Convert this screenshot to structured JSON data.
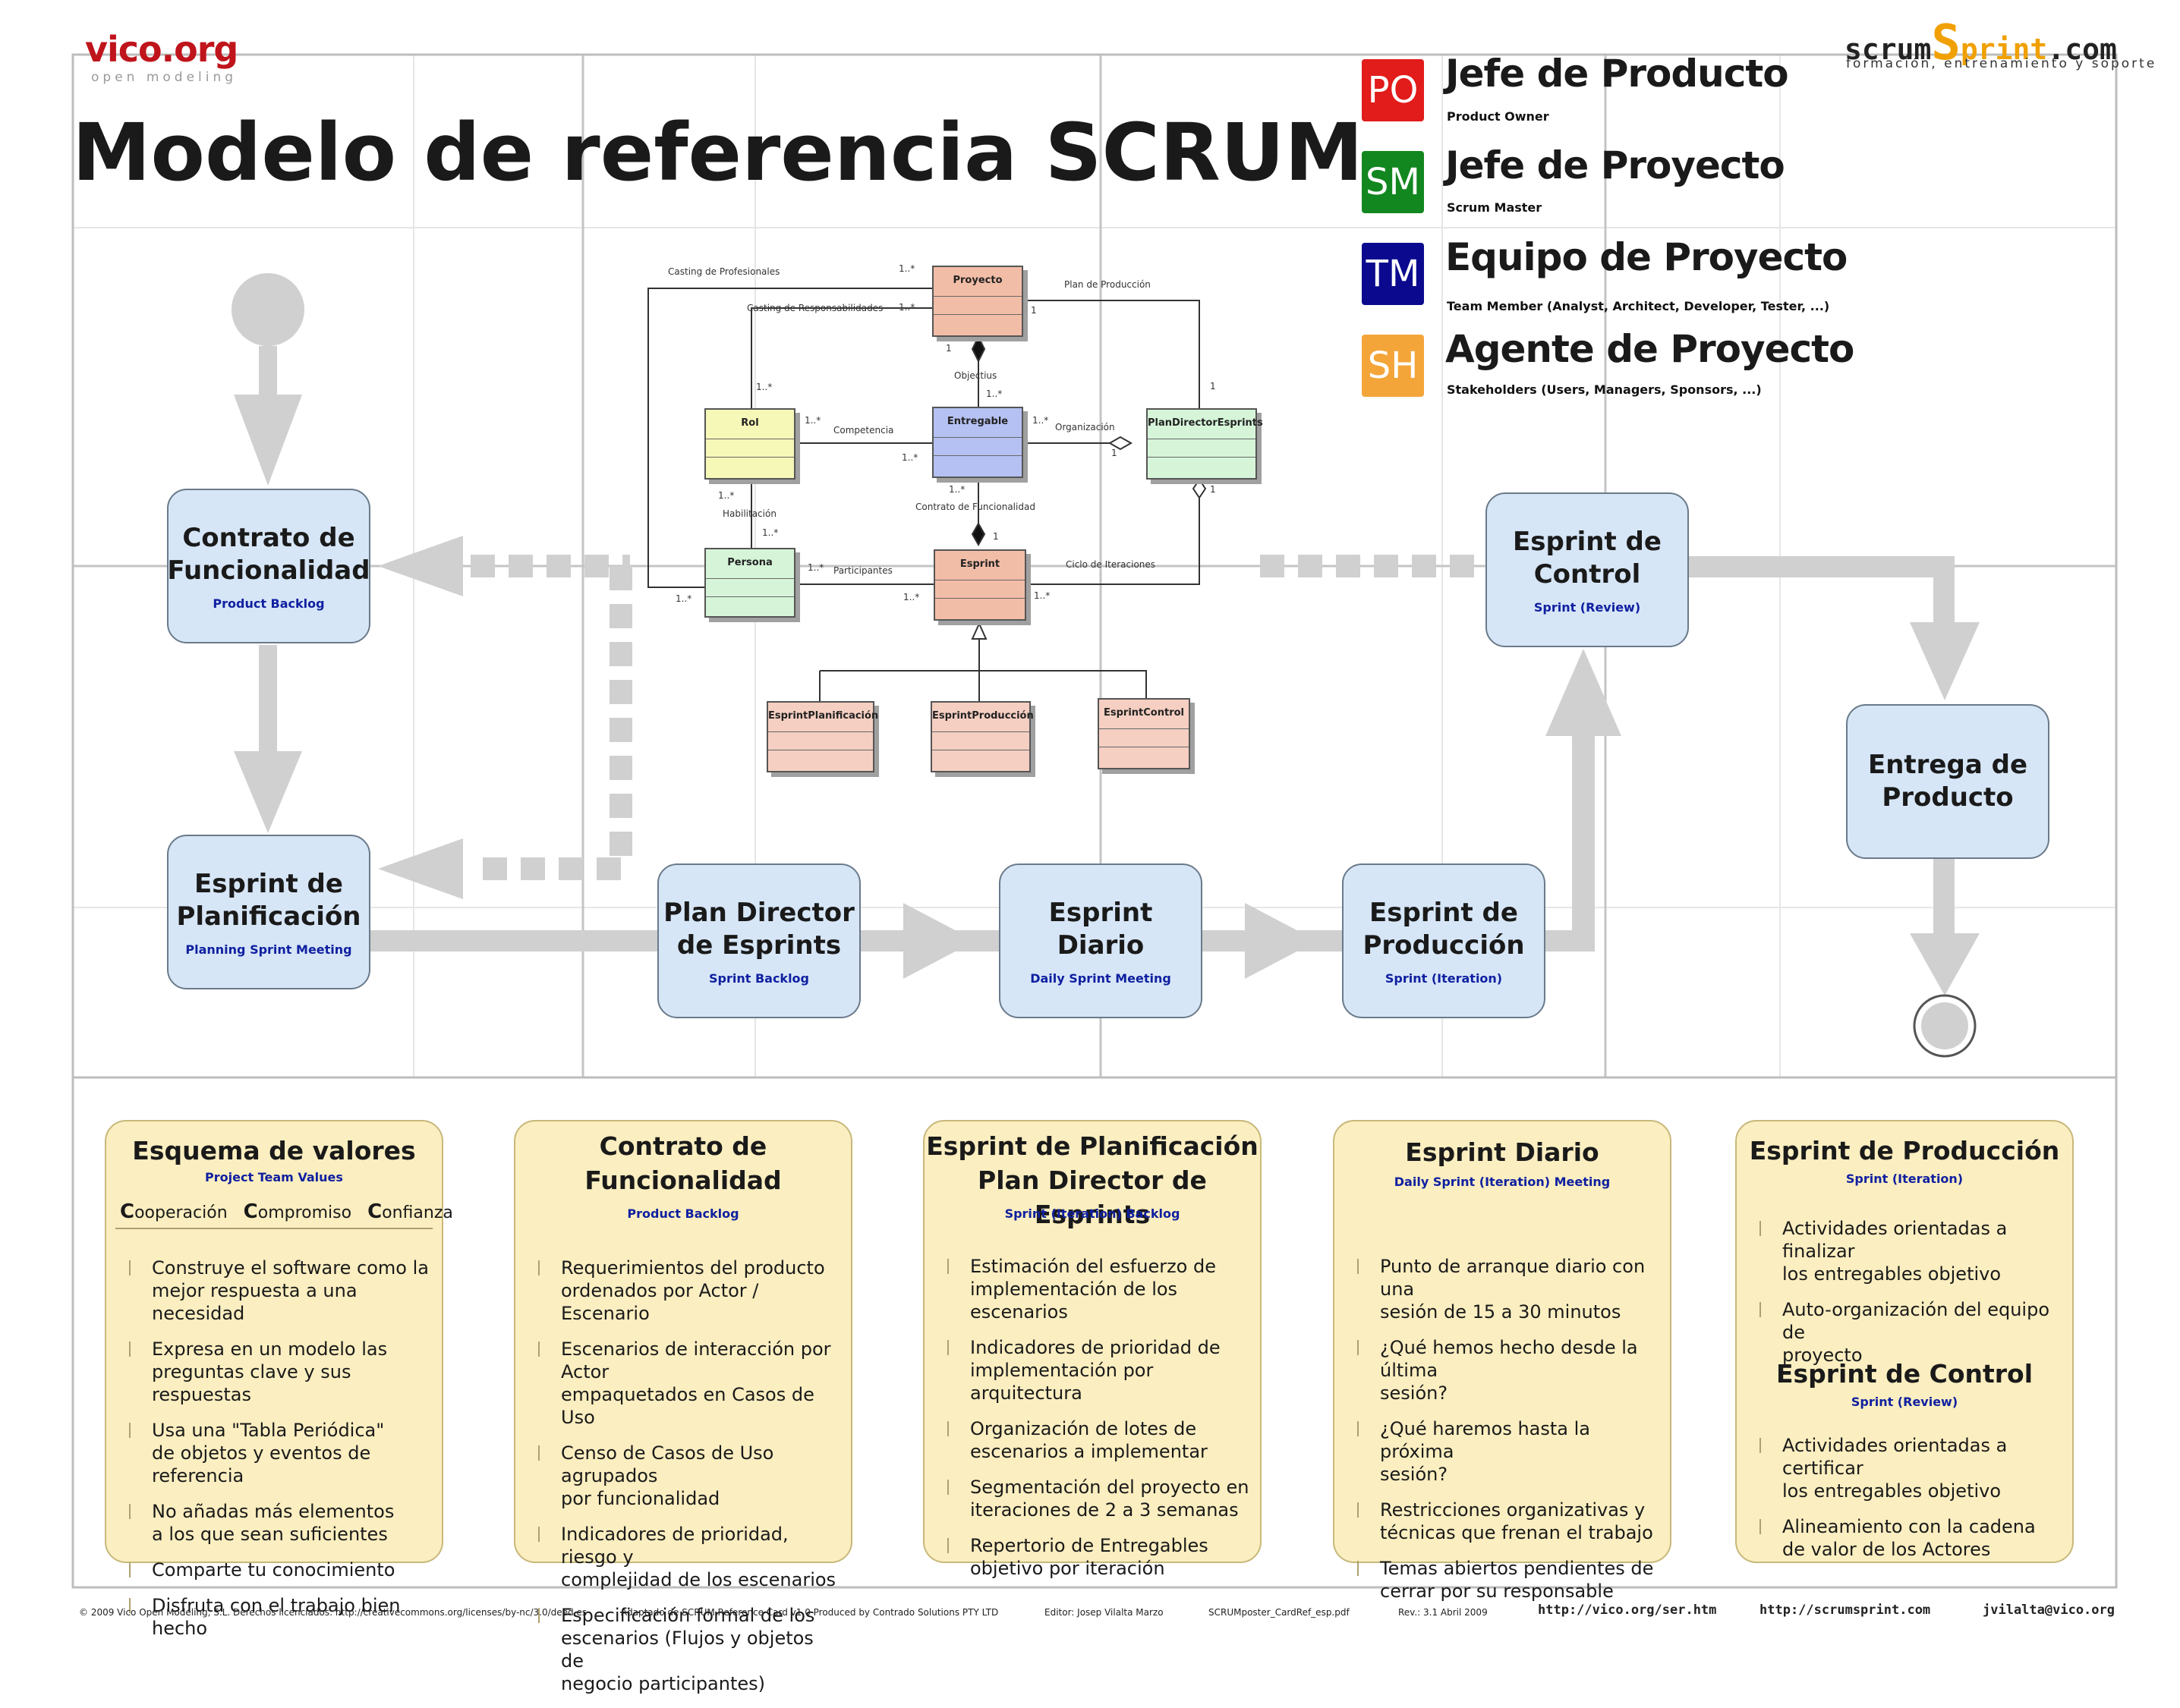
{
  "header": {
    "vico_logo": "vico.org",
    "vico_tagline": "open modeling",
    "scrumsprint_logo_a": "scrum",
    "scrumsprint_logo_s": "S",
    "scrumsprint_logo_b": "print",
    "scrumsprint_logo_c": ".com",
    "scrumsprint_tagline": "formación, entrenamiento y soporte",
    "title": "Modelo de referencia SCRUM"
  },
  "colors": {
    "po": "#e21b1b",
    "sm": "#13871f",
    "tm": "#0b0a8e",
    "sh": "#f4a53a",
    "node": "#d6e6f7",
    "card": "#fbeec0",
    "arrow": "#d0d0d0"
  },
  "roles": [
    {
      "badge": "PO",
      "title": "Jefe de Producto",
      "sub": "Product Owner"
    },
    {
      "badge": "SM",
      "title": "Jefe de Proyecto",
      "sub": "Scrum Master"
    },
    {
      "badge": "TM",
      "title": "Equipo de Proyecto",
      "sub": "Team Member (Analyst, Architect, Developer, Tester, ...)"
    },
    {
      "badge": "SH",
      "title": "Agente de Proyecto",
      "sub": "Stakeholders (Users, Managers, Sponsors, ...)"
    }
  ],
  "flow": {
    "contrato": {
      "title": "Contrato de\nFuncionalidad",
      "sub": "Product Backlog"
    },
    "planificacion": {
      "title": "Esprint de\nPlanificación",
      "sub": "Planning Sprint Meeting"
    },
    "plan_director": {
      "title": "Plan Director\nde Esprints",
      "sub": "Sprint Backlog"
    },
    "diario": {
      "title": "Esprint\nDiario",
      "sub": "Daily Sprint Meeting"
    },
    "produccion": {
      "title": "Esprint de\nProducción",
      "sub": "Sprint (Iteration)"
    },
    "control": {
      "title": "Esprint de\nControl",
      "sub": "Sprint (Review)"
    },
    "entrega": {
      "title": "Entrega de\nProducto"
    }
  },
  "uml": {
    "classes": {
      "proyecto": "Proyecto",
      "rol": "Rol",
      "entregable": "Entregable",
      "plan": "PlanDirectorEsprints",
      "persona": "Persona",
      "esprint": "Esprint",
      "planif": "EsprintPlanificación",
      "produc": "EsprintProducción",
      "control": "EsprintControl"
    },
    "labels": {
      "casting_prof": "Casting de Profesionales",
      "casting_resp": "Casting de Responsabilidades",
      "plan_prod": "Plan de Producción",
      "objetivos": "Objectius",
      "competencia": "Competencia",
      "organizacion": "Organización",
      "habilitacion": "Habilitación",
      "contrato_func": "Contrato de Funcionalidad",
      "participantes": "Participantes",
      "ciclo": "Ciclo de Iteraciones"
    },
    "mult": {
      "many": "1..*",
      "one": "1"
    }
  },
  "cards": [
    {
      "title": "Esquema de valores",
      "sub": "Project Team Values",
      "values": [
        {
          "cap": "C",
          "rest": "ooperación"
        },
        {
          "cap": "C",
          "rest": "ompromiso"
        },
        {
          "cap": "C",
          "rest": "onfianza"
        }
      ],
      "items": [
        "Construye el software como la\nmejor respuesta a una necesidad",
        "Expresa en un modelo las\npreguntas clave y sus respuestas",
        "Usa una \"Tabla Periódica\"\nde objetos y eventos de referencia",
        "No añadas más elementos\na los que sean suficientes",
        "Comparte tu conocimiento",
        "Disfruta con el trabajo bien hecho"
      ]
    },
    {
      "title": "Contrato de\nFuncionalidad",
      "sub": "Product Backlog",
      "items": [
        "Requerimientos del producto\nordenados por Actor / Escenario",
        "Escenarios de interacción por Actor\nempaquetados en Casos de Uso",
        "Censo de Casos de Uso agrupados\npor funcionalidad",
        "Indicadores de prioridad, riesgo y\ncomplejidad de los escenarios",
        "Especificación formal de los\nescenarios (Flujos y objetos de\nnegocio participantes)"
      ]
    },
    {
      "title": "Esprint de Planificación\nPlan Director de Esprints",
      "sub": "Sprint (Iteration) Backlog",
      "items": [
        "Estimación del esfuerzo de\nimplementación de los escenarios",
        "Indicadores de prioridad de\nimplementación por arquitectura",
        "Organización de lotes de\nescenarios a implementar",
        "Segmentación del proyecto en\niteraciones de 2 a 3 semanas",
        "Repertorio de Entregables\nobjetivo por iteración"
      ]
    },
    {
      "title": "Esprint Diario",
      "sub": "Daily Sprint (Iteration) Meeting",
      "items": [
        "Punto de arranque diario con una\nsesión de 15 a 30 minutos",
        "¿Qué hemos hecho desde la última\nsesión?",
        "¿Qué haremos hasta la próxima\nsesión?",
        "Restricciones organizativas y\ntécnicas que frenan el trabajo",
        "Temas abiertos pendientes de\ncerrar por su responsable"
      ]
    },
    {
      "title": "Esprint de Producción",
      "sub": "Sprint (Iteration)",
      "items": [
        "Actividades orientadas a finalizar\nlos entregables objetivo",
        "Auto-organización del equipo de\nproyecto"
      ],
      "title2": "Esprint de Control",
      "sub2": "Sprint (Review)",
      "items2": [
        "Actividades orientadas a certificar\nlos entregables objetivo",
        "Alineamiento con la cadena\nde valor de los Actores"
      ]
    }
  ],
  "footer": {
    "copyright": "© 2009 Vico Open Modeling, S.L.   Derechos licenciados: http://creativecommons.org/licenses/by-nc/3.0/deed.es",
    "adapted": "Adaptado de SCRUM Reference Card v1.0  Produced by Contrado Solutions PTY LTD",
    "editor": "Editor: Josep Vilalta Marzo",
    "file": "SCRUMposter_CardRef_esp.pdf",
    "rev": "Rev.: 3.1 Abril 2009",
    "url1": "http://vico.org/ser.htm",
    "url2": "http://scrumsprint.com",
    "email": "jvilalta@vico.org"
  }
}
